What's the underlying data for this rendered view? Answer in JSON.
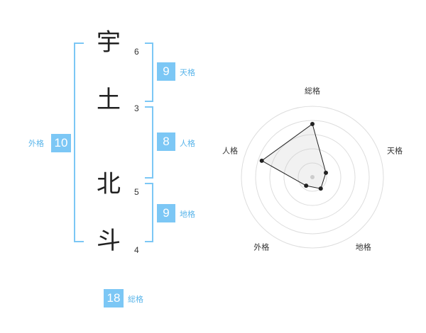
{
  "name": {
    "characters": [
      {
        "char": "宇",
        "strokes": "6"
      },
      {
        "char": "土",
        "strokes": "3"
      },
      {
        "char": "北",
        "strokes": "5"
      },
      {
        "char": "斗",
        "strokes": "4"
      }
    ]
  },
  "kaku": {
    "tenkaku": {
      "value": "9",
      "label": "天格"
    },
    "jinkaku": {
      "value": "8",
      "label": "人格"
    },
    "chikaku": {
      "value": "9",
      "label": "地格"
    },
    "gaikaku": {
      "value": "10",
      "label": "外格"
    },
    "soukaku": {
      "value": "18",
      "label": "総格"
    }
  },
  "colors": {
    "accent": "#7cc7f5",
    "label": "#5ab5ea"
  },
  "chart_data": {
    "type": "radar",
    "axes": [
      "総格",
      "天格",
      "地格",
      "外格",
      "人格"
    ],
    "values": [
      0.75,
      0.2,
      0.2,
      0.15,
      0.75
    ],
    "rings": 5
  }
}
